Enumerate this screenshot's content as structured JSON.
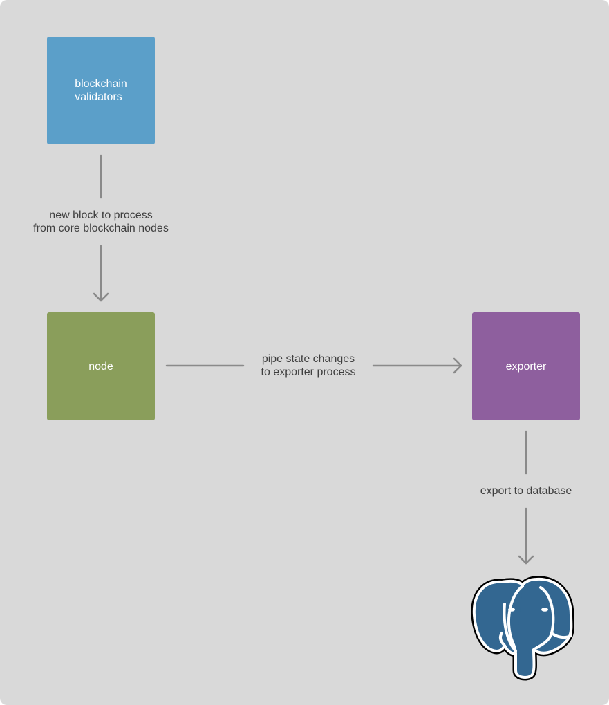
{
  "nodes": {
    "validators": {
      "label": "blockchain\nvalidators",
      "color": "#5b9fc9"
    },
    "node": {
      "label": "node",
      "color": "#8a9e5b"
    },
    "exporter": {
      "label": "exporter",
      "color": "#8e5f9e"
    }
  },
  "edges": {
    "validators_to_node": "new block to process\nfrom core blockchain nodes",
    "node_to_exporter": "pipe state changes\nto exporter process",
    "exporter_to_database": "export to database"
  },
  "database_icon": "postgresql-elephant-icon",
  "connector_color": "#8a8a8a"
}
